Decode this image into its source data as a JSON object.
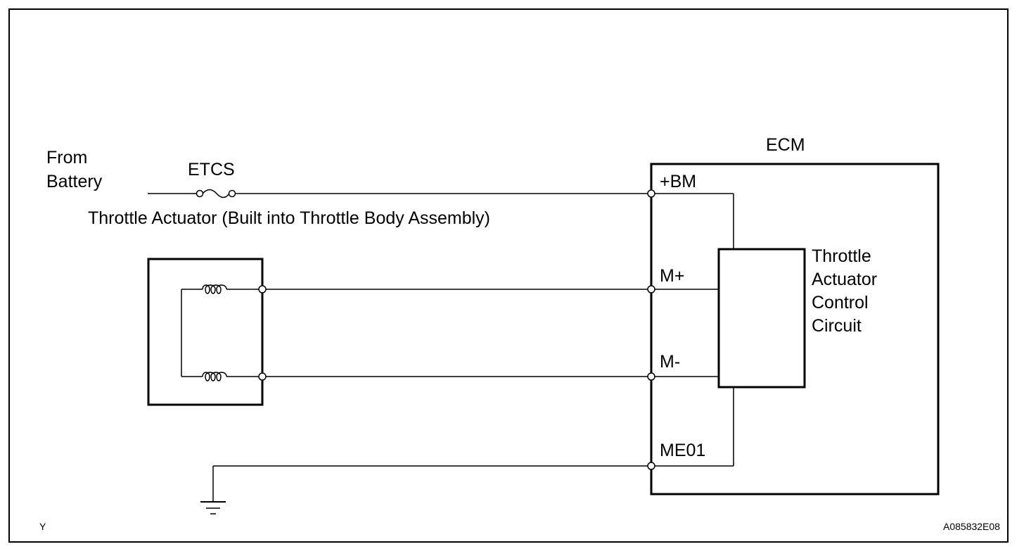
{
  "source": {
    "line1": "From",
    "line2": "Battery"
  },
  "fuse": {
    "label": "ETCS"
  },
  "actuator": {
    "label": "Throttle Actuator (Built into Throttle Body Assembly)"
  },
  "ecm": {
    "label": "ECM",
    "pins": {
      "bm": "+BM",
      "mplus": "M+",
      "mminus": "M-",
      "me01": "ME01"
    }
  },
  "control_circuit": {
    "line1": "Throttle",
    "line2": "Actuator",
    "line3": "Control",
    "line4": "Circuit"
  },
  "footer": {
    "left_code": "Y",
    "figure_id": "A085832E08"
  }
}
